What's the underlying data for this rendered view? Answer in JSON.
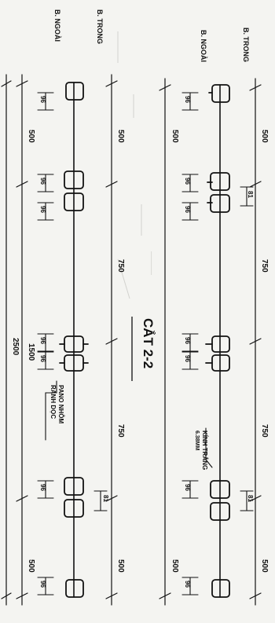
{
  "section_title": "CẮT 2-2",
  "upper": {
    "side_inner": "B. TRONG",
    "side_outer": "B. NGOÀI",
    "spans": [
      "500",
      "750",
      "750",
      "500"
    ],
    "detail_small": "96",
    "detail_offset": "81",
    "glass_note_line1": "KÍNH TRẮNG",
    "glass_note_line2": "6.38MM"
  },
  "lower": {
    "side_inner": "B. TRONG",
    "side_outer": "B. NGOÀI",
    "spans_top": [
      "500",
      "750",
      "750",
      "500"
    ],
    "spans_bottom": [
      "500",
      "1500",
      "500"
    ],
    "overall": "2500",
    "detail_small": "96",
    "detail_offset": "81",
    "panel_note_line1": "PANO NHÔM",
    "panel_note_line2": "RÃNH DỌC"
  },
  "colors": {
    "ink": "#111111",
    "paper": "#f4f4f1",
    "faint": "#c8c8c4"
  }
}
